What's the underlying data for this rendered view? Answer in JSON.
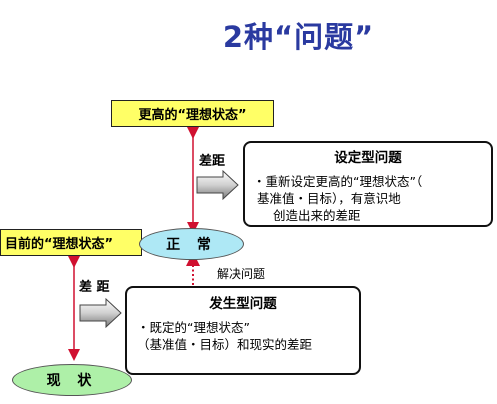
{
  "title": "2种“问题”",
  "ideal_higher": "更高的“理想状态”",
  "ideal_current": "目前的“理想状态”",
  "normal": "正 常",
  "current": "现 状",
  "gap_upper": "差距",
  "gap_lower": "差 距",
  "solve": "解决问题",
  "setup_problem": {
    "heading": "设定型问题",
    "lines": [
      "・重新设定更高的“理想状态”（",
      "基准值・目标），有意识地",
      "创造出来的差距"
    ]
  },
  "occurring_problem": {
    "heading": "发生型问题",
    "lines": [
      "・既定的“理想状态”",
      "（基准值・目标）和现实的差距"
    ]
  },
  "colors": {
    "title": "#2a3aa0",
    "yellow_box": "#ffff66",
    "ellipse_fill": "#aee8f5",
    "current_fill": "#aef0a8",
    "arrow_red": "#d01030"
  }
}
